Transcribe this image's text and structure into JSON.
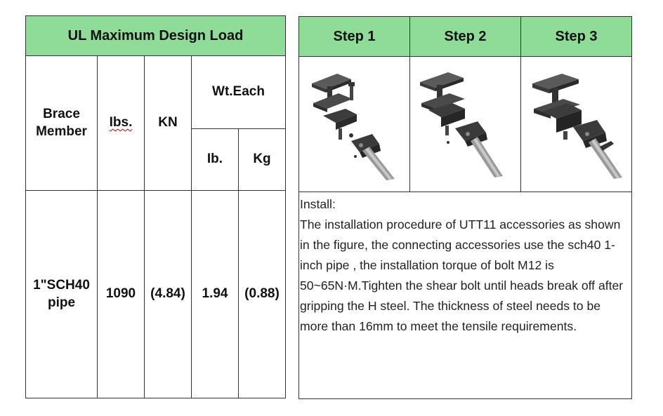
{
  "load_table": {
    "title": "UL Maximum Design Load",
    "headers": {
      "brace_member": "Brace Member",
      "lbs": "Ibs.",
      "kn": "KN",
      "wt_each": "Wt.Each",
      "lb": "Ib.",
      "kg": "Kg"
    },
    "row": {
      "brace_member": "1\"SCH40 pipe",
      "lbs": "1090",
      "kn": "(4.84)",
      "lb": "1.94",
      "kg": "(0.88)"
    }
  },
  "steps_table": {
    "steps": [
      {
        "label": "Step 1",
        "icon": "bracket-exploded-icon"
      },
      {
        "label": "Step 2",
        "icon": "bracket-partial-icon"
      },
      {
        "label": "Step 3",
        "icon": "bracket-assembled-icon"
      }
    ],
    "install_label": "Install:",
    "install_text": "The installation procedure of UTT11 accessories as shown in the figure, the connecting accessories use the sch40 1-inch pipe , the installation torque of bolt M12 is 50~65N·M.Tighten the shear bolt until heads break off after gripping the H steel. The thickness of steel needs to be more than 16mm to meet the tensile requirements."
  }
}
